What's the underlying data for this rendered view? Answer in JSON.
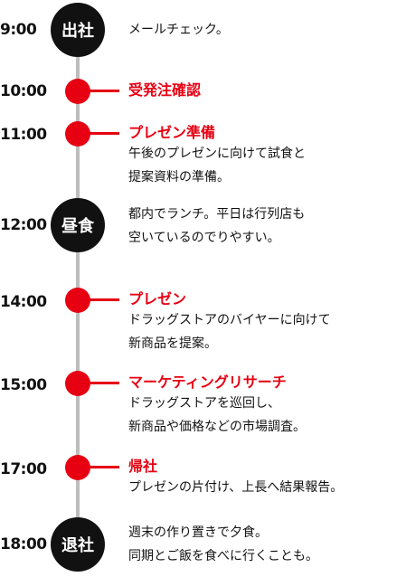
{
  "colors": {
    "accent": "#e60012",
    "marker_dark": "#111111",
    "line": "#bdbdbd"
  },
  "events": [
    {
      "time": "9:00",
      "marker": "出社",
      "title": "",
      "lines": [
        "メールチェック。"
      ]
    },
    {
      "time": "10:00",
      "marker": "",
      "title": "受発注確認",
      "lines": []
    },
    {
      "time": "11:00",
      "marker": "",
      "title": "プレゼン準備",
      "lines": [
        "午後のプレゼンに向けて試食と",
        "提案資料の準備。"
      ]
    },
    {
      "time": "12:00",
      "marker": "昼食",
      "title": "",
      "lines": [
        "都内でランチ。平日は行列店も",
        "空いているのでりやすい。"
      ]
    },
    {
      "time": "14:00",
      "marker": "",
      "title": "プレゼン",
      "lines": [
        "ドラッグストアのバイヤーに向けて",
        "新商品を提案。"
      ]
    },
    {
      "time": "15:00",
      "marker": "",
      "title": "マーケティングリサーチ",
      "lines": [
        "ドラッグストアを巡回し、",
        "新商品や価格などの市場調査。"
      ]
    },
    {
      "time": "17:00",
      "marker": "",
      "title": "帰社",
      "lines": [
        "プレゼンの片付け、上長へ結果報告。"
      ]
    },
    {
      "time": "18:00",
      "marker": "退社",
      "title": "",
      "lines": [
        "週末の作り置きで夕食。",
        "同期とご飯を食べに行くことも。"
      ]
    }
  ]
}
